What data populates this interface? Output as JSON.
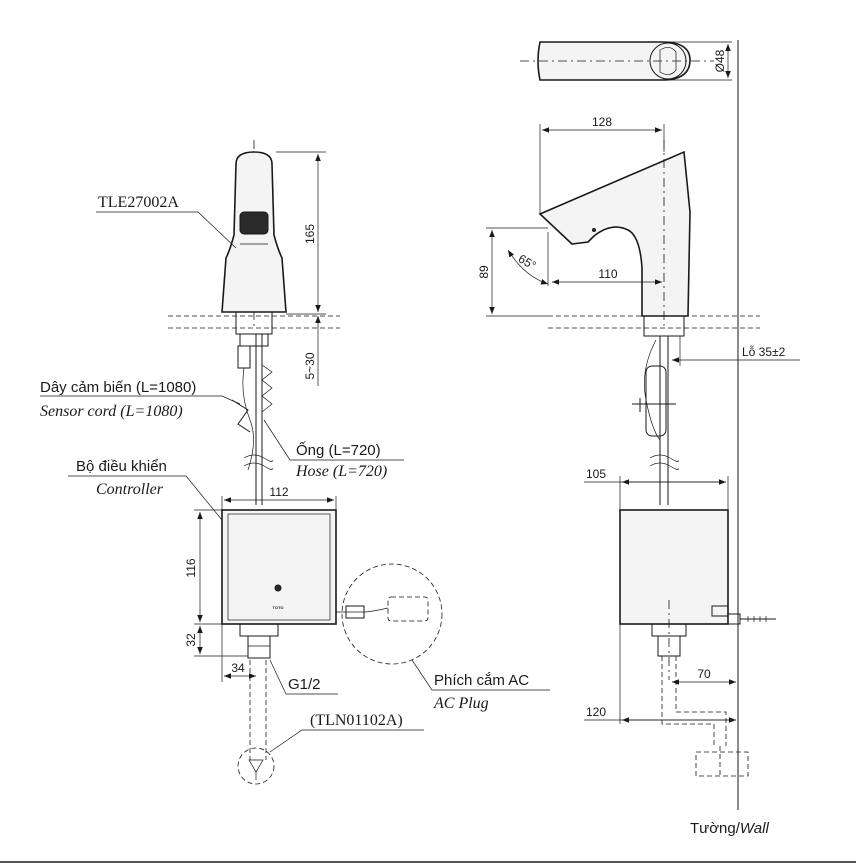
{
  "labels": {
    "model": "TLE27002A",
    "sensor_cord_vi": "Dây cảm biến (L=1080)",
    "sensor_cord_en": "Sensor cord (L=1080)",
    "hose_vi": "Ống (L=720)",
    "hose_en": "Hose (L=720)",
    "controller_vi": "Bộ điều khiển",
    "controller_en": "Controller",
    "thread": "G1/2",
    "valve_model": "(TLN01102A)",
    "ac_plug_vi": "Phích cắm AC",
    "ac_plug_en": "AC Plug",
    "wall_vi": "Tường/",
    "wall_en": "Wall",
    "hole": "Lỗ 35±2",
    "brand_mark": "TOTO"
  },
  "dimensions": {
    "front_height": "165",
    "deck_thickness": "5~30",
    "controller_width": "112",
    "controller_height": "116",
    "controller_bottom": "32",
    "outlet_offset": "34",
    "top_diameter": "Ø48",
    "side_length": "128",
    "spout_height": "89",
    "spout_reach": "110",
    "spout_angle": "65°",
    "controller_depth": "105",
    "wall_offset": "70",
    "wall_distance": "120"
  }
}
